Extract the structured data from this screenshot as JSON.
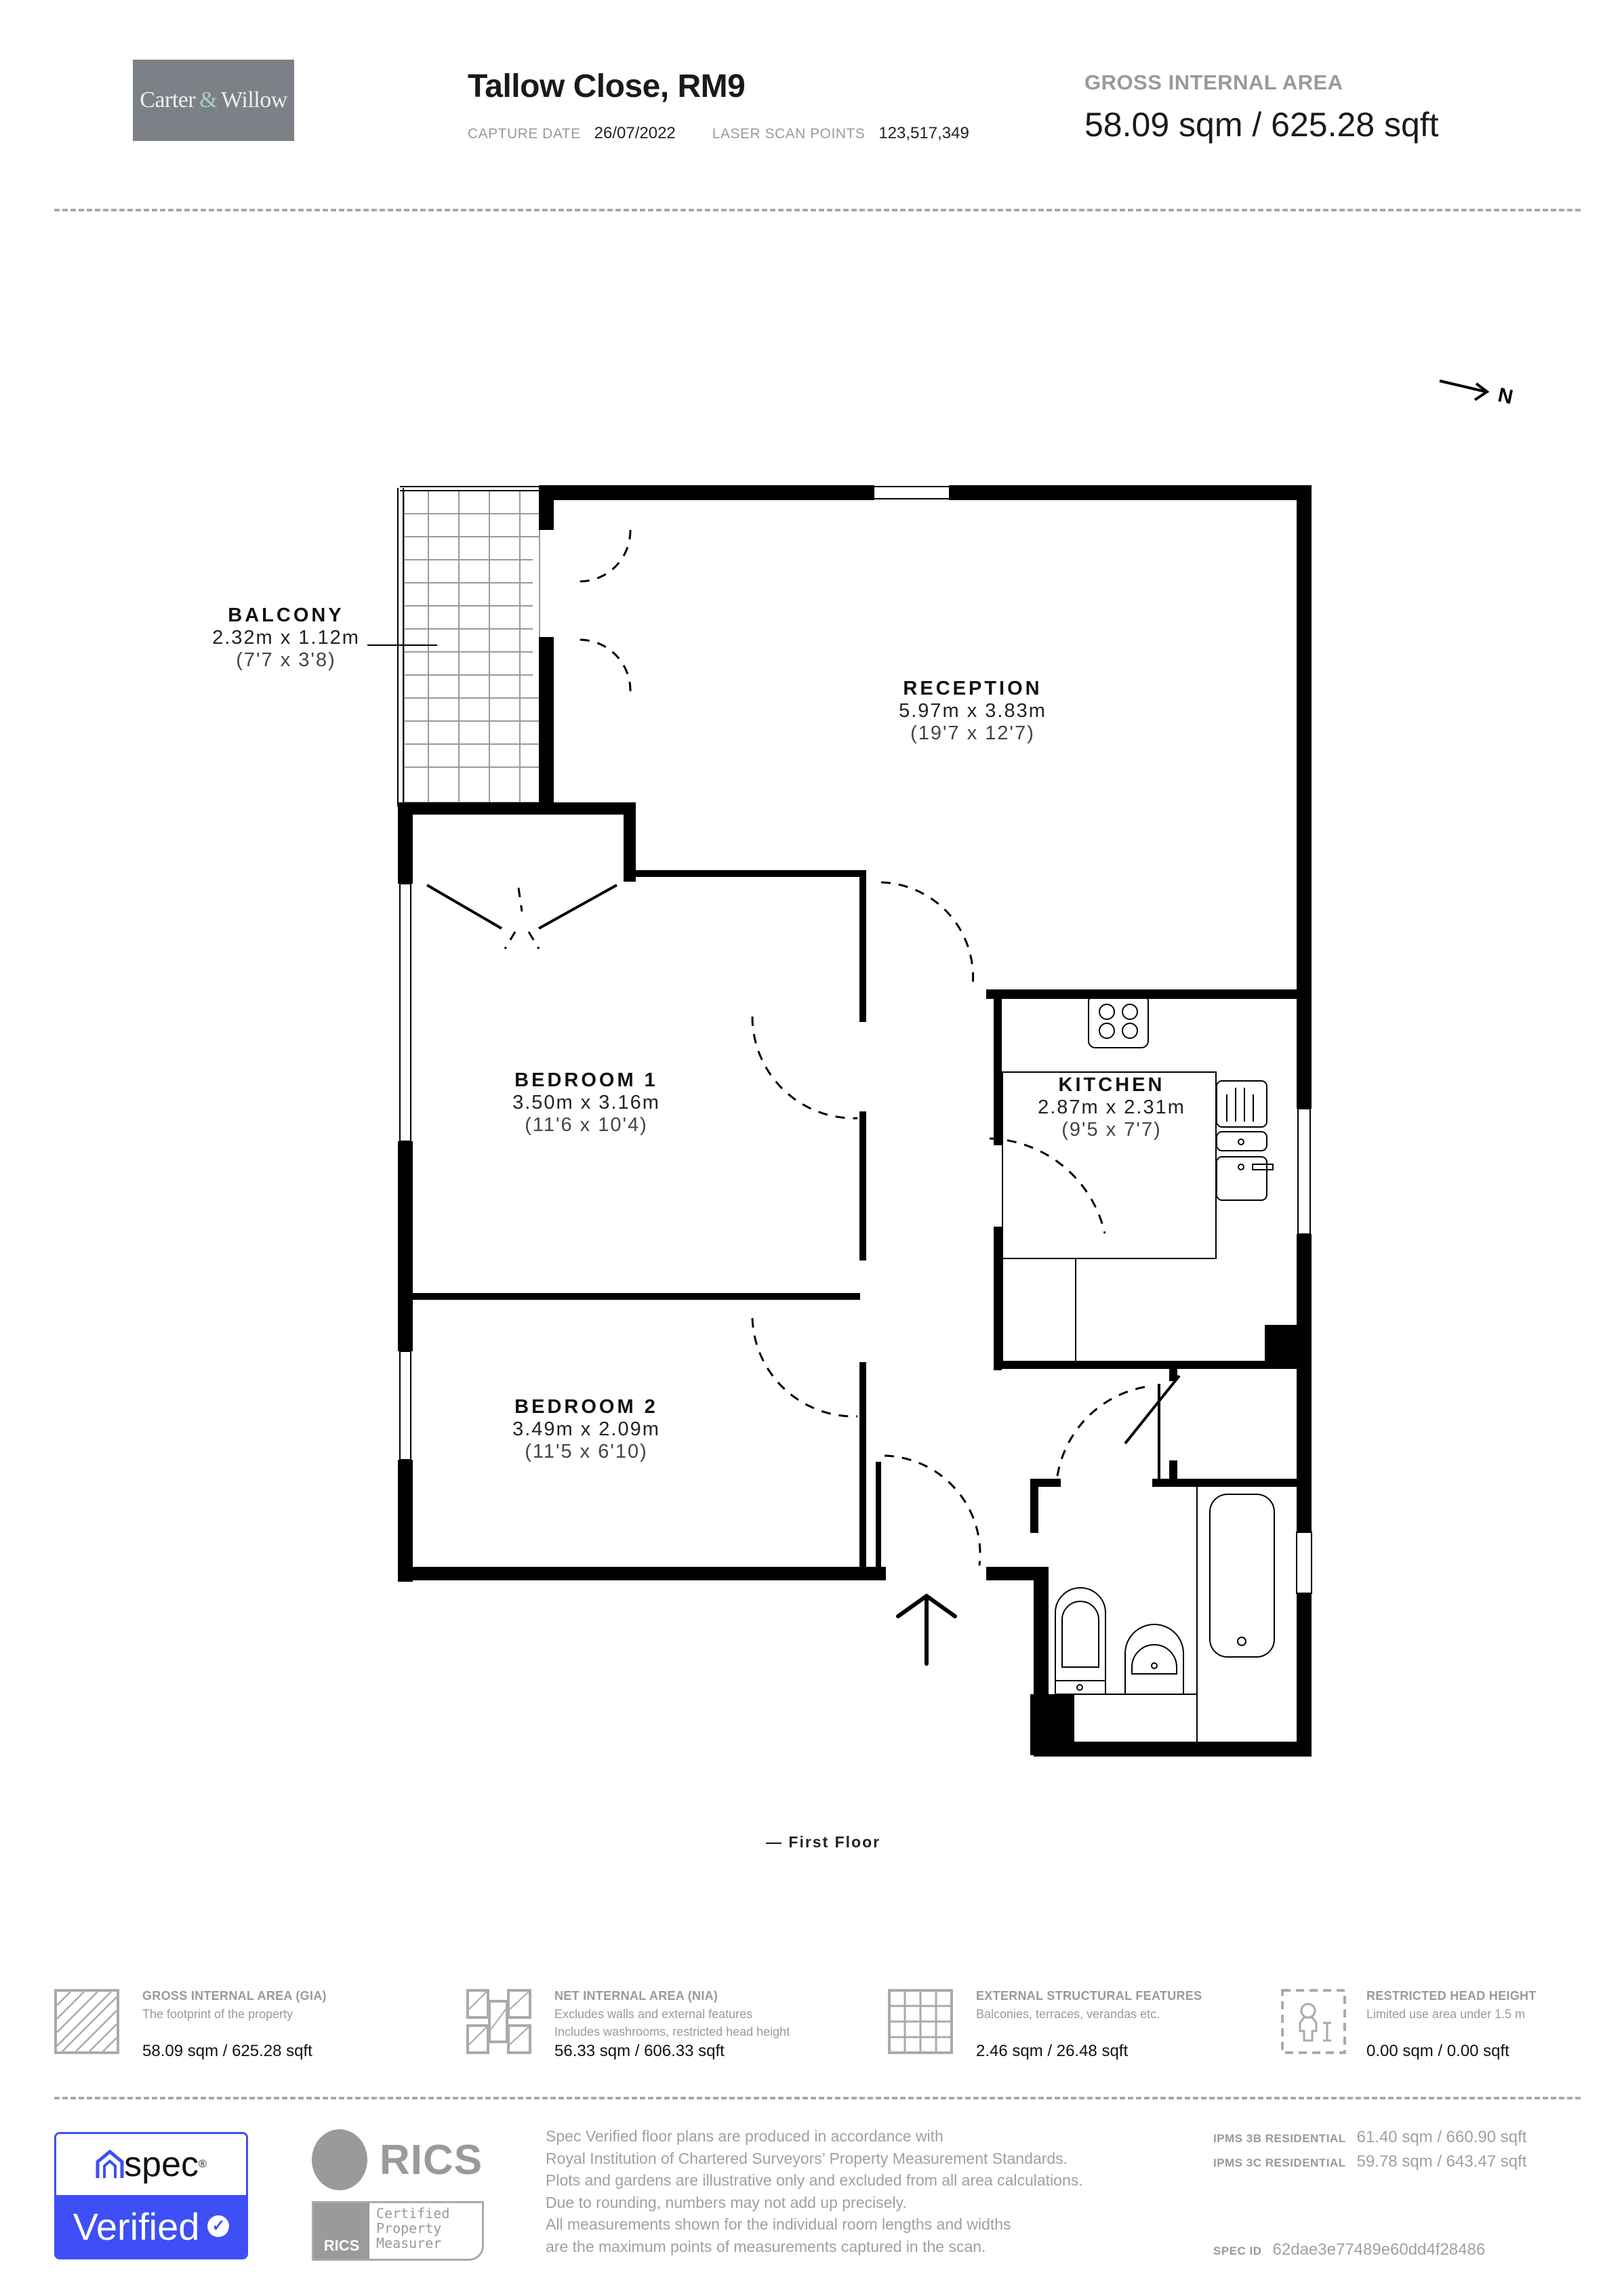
{
  "header": {
    "logo_text_left": "Carter",
    "logo_amp": "&",
    "logo_text_right": "Willow",
    "property_title": "Tallow Close, RM9",
    "capture_date_label": "CAPTURE DATE",
    "capture_date": "26/07/2022",
    "scan_points_label": "LASER SCAN POINTS",
    "scan_points": "123,517,349",
    "gia_label": "GROSS INTERNAL AREA",
    "gia_value": "58.09 sqm / 625.28 sqft"
  },
  "compass": {
    "label": "N",
    "icon": "north-arrow-icon"
  },
  "floor_plan": {
    "floor_label": "— First Floor",
    "rooms": [
      {
        "name": "BALCONY",
        "metric": "2.32m x 1.12m",
        "imperial": "(7'7 x 3'8)"
      },
      {
        "name": "RECEPTION",
        "metric": "5.97m x 3.83m",
        "imperial": "(19'7 x 12'7)"
      },
      {
        "name": "BEDROOM 1",
        "metric": "3.50m x 3.16m",
        "imperial": "(11'6 x 10'4)"
      },
      {
        "name": "KITCHEN",
        "metric": "2.87m x 2.31m",
        "imperial": "(9'5 x 7'7)"
      },
      {
        "name": "BEDROOM 2",
        "metric": "3.49m x 2.09m",
        "imperial": "(11'5 x 6'10)"
      }
    ],
    "entrance_icon": "entrance-arrow-icon",
    "colors": {
      "wall": "#000000",
      "tile_grid": "#9a9a9a"
    }
  },
  "legend": [
    {
      "icon": "gia-hatch-icon",
      "title": "GROSS INTERNAL AREA (GIA)",
      "desc": [
        "The footprint of the property"
      ],
      "value": "58.09 sqm / 625.28 sqft"
    },
    {
      "icon": "nia-hatch-icon",
      "title": "NET INTERNAL AREA (NIA)",
      "desc": [
        "Excludes walls and external features",
        "Includes washrooms, restricted head height"
      ],
      "value": "56.33 sqm / 606.33 sqft"
    },
    {
      "icon": "external-grid-icon",
      "title": "EXTERNAL STRUCTURAL FEATURES",
      "desc": [
        "Balconies, terraces, verandas etc."
      ],
      "value": "2.46 sqm / 26.48 sqft"
    },
    {
      "icon": "restricted-height-icon",
      "title": "RESTRICTED HEAD HEIGHT",
      "desc": [
        "Limited use area under 1.5 m"
      ],
      "value": "0.00 sqm / 0.00 sqft"
    }
  ],
  "footer": {
    "spec_logo": "spec",
    "spec_verified": "Verified",
    "spec_color": "#3d4ff5",
    "rics_word": "RICS",
    "rics_small": "RICS",
    "rics_badge_lines": [
      "Certified",
      "Property",
      "Measurer"
    ],
    "disclaimer": [
      "Spec Verified floor plans are produced in accordance with",
      "Royal Institution of Chartered Surveyors’ Property Measurement Standards.",
      "Plots and gardens are illustrative only and excluded from all area calculations.",
      "Due to rounding, numbers may not add up precisely.",
      "All measurements shown for the individual room lengths and widths",
      "are the maximum points of measurements captured in the scan."
    ],
    "ipms": [
      {
        "label": "IPMS 3B RESIDENTIAL",
        "value": "61.40 sqm / 660.90 sqft"
      },
      {
        "label": "IPMS 3C RESIDENTIAL",
        "value": "59.78 sqm / 643.47 sqft"
      }
    ],
    "spec_id_label": "SPEC ID",
    "spec_id": "62dae3e77489e60dd4f28486"
  }
}
